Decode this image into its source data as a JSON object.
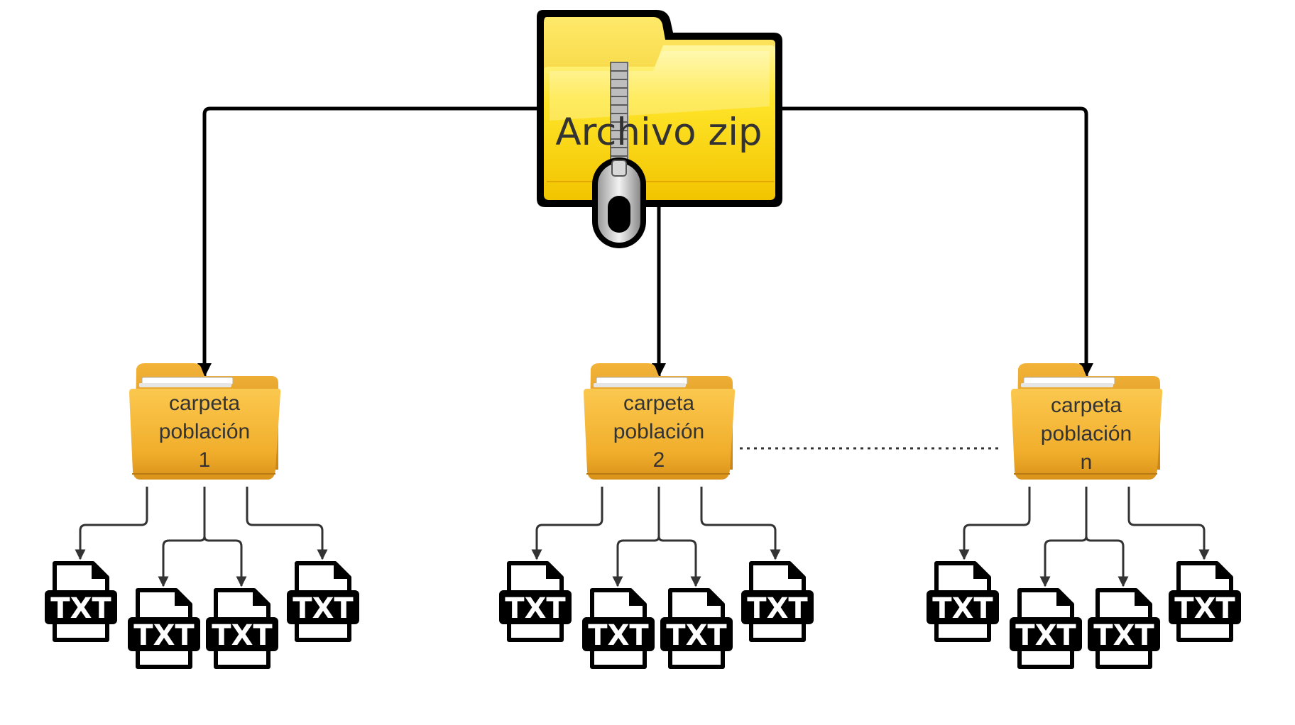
{
  "root": {
    "label": "Archivo zip",
    "icon": "zip-folder-icon"
  },
  "folders": [
    {
      "lines": [
        "carpeta",
        "población",
        "1"
      ],
      "icon": "folder-icon"
    },
    {
      "lines": [
        "carpeta",
        "población",
        "2"
      ],
      "icon": "folder-icon"
    },
    {
      "lines": [
        "carpeta",
        "población",
        "n"
      ],
      "icon": "folder-icon"
    }
  ],
  "files": {
    "label": "TXT",
    "per_folder": 4,
    "icon": "txt-file-icon"
  },
  "colors": {
    "folder_yellow": "#f4b731",
    "zip_yellow": "#ffd400",
    "text_dark": "#333333",
    "connector": "#000000"
  }
}
